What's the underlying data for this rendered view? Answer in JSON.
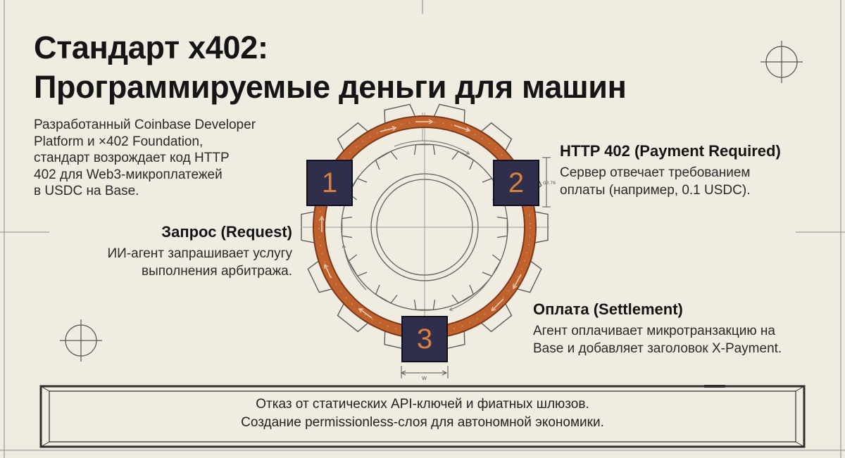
{
  "title": {
    "line1": "Стандарт x402:",
    "line2": "Программируемые деньги для машин"
  },
  "intro": {
    "lines": [
      "Разработанный Coinbase Developer",
      "Platform и ×402 Foundation,",
      "стандарт возрождает код HTTP",
      "402 для Web3-микроплатежей",
      "в USDC на Base."
    ]
  },
  "steps": [
    {
      "number": "1",
      "heading": "Запрос (Request)",
      "lines": [
        "ИИ-агент запрашивает услугу",
        "выполнения арбитража."
      ]
    },
    {
      "number": "2",
      "heading": "HTTP 402 (Payment Required)",
      "lines": [
        "Сервер отвечает требованием",
        "оплаты (например, 0.1 USDC)."
      ]
    },
    {
      "number": "3",
      "heading": "Оплата (Settlement)",
      "lines": [
        "Агент оплачивает микротранзакцию на",
        "Base и добавляет заголовок X-Payment."
      ]
    }
  ],
  "banner": {
    "lines": [
      "Отказ от статических API-ключей и фиатных шлюзов.",
      "Создание permissionless-слоя для автономной экономики."
    ]
  },
  "dimensions": {
    "bottom_label": "W",
    "side_label": "G3.76"
  },
  "colors": {
    "background": "#f1ece1",
    "cycle_arrow": "#c0622e",
    "badge_fill": "#2f2f4b",
    "badge_number": "#d7803f",
    "line_art": "#6d6d6d"
  }
}
